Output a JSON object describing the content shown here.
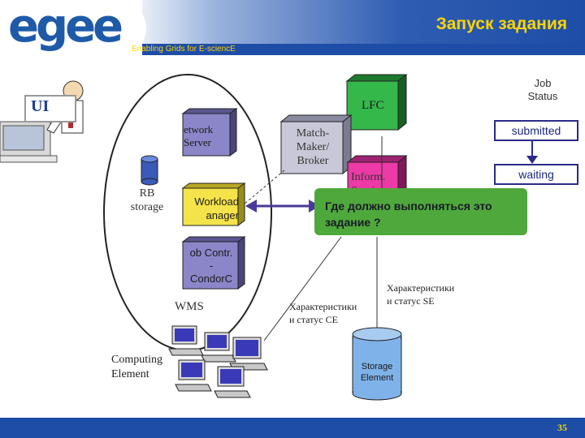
{
  "header": {
    "logo_text": "egee",
    "title": "Запуск задания",
    "subtitle": "Enabling Grids for E-sciencE"
  },
  "ui": {
    "label": "UI"
  },
  "wms": {
    "label": "WMS",
    "components": [
      {
        "id": "network-server",
        "label": "Network\nServer",
        "visible": "etwork\nServer"
      },
      {
        "id": "workload-manager",
        "label": "Workload\nManager",
        "visible": "Workload\nanager"
      },
      {
        "id": "job-controller",
        "label": "Job Contr.\n-\nCondorC",
        "visible": "ob Contr.\n-\nCondorC"
      }
    ]
  },
  "rb_storage": {
    "label": "RB\nstorage"
  },
  "lfc": {
    "label": "LFC"
  },
  "matchmaker": {
    "label": "Match-\nMaker/\nBroker"
  },
  "inform": {
    "label": "Inform.\nService"
  },
  "job_status": {
    "heading": "Job\nStatus",
    "states": [
      "submitted",
      "waiting"
    ]
  },
  "callout": {
    "text": "Где должно выполняться это задание ?"
  },
  "annotations": {
    "ce_char": "Характеристики\nи статус CE",
    "se_char": "Характеристики\nи статус SE"
  },
  "computing_element": {
    "label": "Computing\nElement"
  },
  "storage_element": {
    "label": "Storage\nElement"
  },
  "footer": {
    "page": "35"
  },
  "colors": {
    "brand_blue": "#1d4da6",
    "title_yellow": "#ffd400",
    "server_purple": "#8a86c8",
    "workload_yellow": "#f4e34a",
    "lfc_green": "#35b84a",
    "broker_gray": "#c8c8d8",
    "inform_pink": "#ec3aa6",
    "callout_green": "#4fa83b",
    "storage_blue": "#7fb2e8",
    "arrow_purple": "#4a3a9a"
  }
}
